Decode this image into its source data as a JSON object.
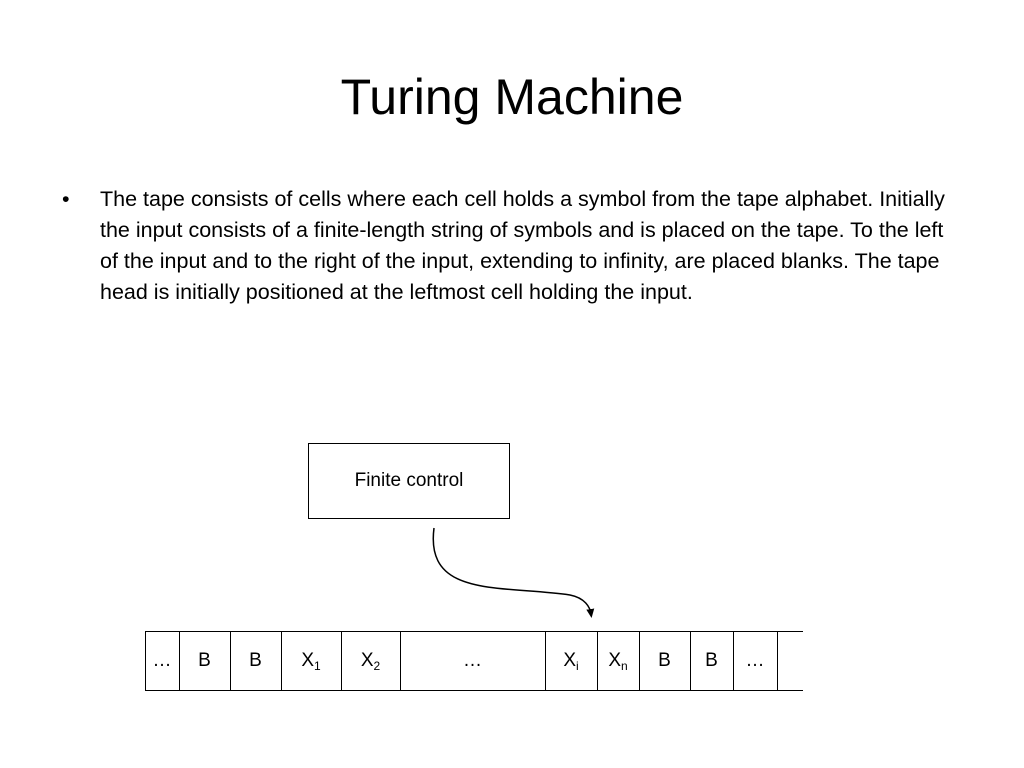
{
  "title": "Turing Machine",
  "bullets": [
    "The tape consists of cells where each cell holds a symbol from the tape alphabet.  Initially the input consists of a finite-length string of symbols and is placed on the tape.  To the left of the input and to the right of the input, extending to infinity, are placed blanks.   The tape head is initially positioned at the leftmost cell holding the input."
  ],
  "bullet_symbol": "•",
  "diagram": {
    "control_label": "Finite control",
    "tape_cells": [
      {
        "symbol": "…",
        "sub": ""
      },
      {
        "symbol": "B",
        "sub": ""
      },
      {
        "symbol": "B",
        "sub": ""
      },
      {
        "symbol": "X",
        "sub": "1"
      },
      {
        "symbol": "X",
        "sub": "2"
      },
      {
        "symbol": "…",
        "sub": ""
      },
      {
        "symbol": "X",
        "sub": "i"
      },
      {
        "symbol": "X",
        "sub": "n"
      },
      {
        "symbol": "B",
        "sub": ""
      },
      {
        "symbol": "B",
        "sub": ""
      },
      {
        "symbol": "…",
        "sub": ""
      },
      {
        "symbol": "",
        "sub": ""
      }
    ]
  }
}
